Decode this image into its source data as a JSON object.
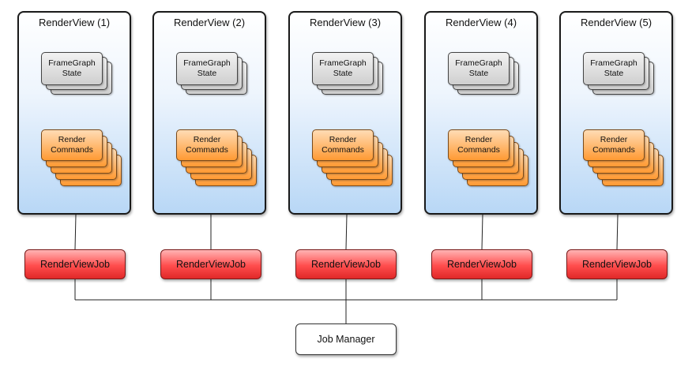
{
  "render_views": [
    {
      "title": "RenderView (1)",
      "state_label": "FrameGraph\nState",
      "commands_label": "Render\nCommands",
      "job_label": "RenderViewJob"
    },
    {
      "title": "RenderView (2)",
      "state_label": "FrameGraph\nState",
      "commands_label": "Render\nCommands",
      "job_label": "RenderViewJob"
    },
    {
      "title": "RenderView (3)",
      "state_label": "FrameGraph\nState",
      "commands_label": "Render\nCommands",
      "job_label": "RenderViewJob"
    },
    {
      "title": "RenderView (4)",
      "state_label": "FrameGraph\nState",
      "commands_label": "Render\nCommands",
      "job_label": "RenderViewJob"
    },
    {
      "title": "RenderView (5)",
      "state_label": "FrameGraph\nState",
      "commands_label": "Render\nCommands",
      "job_label": "RenderViewJob"
    }
  ],
  "job_manager": {
    "label": "Job Manager"
  },
  "colors": {
    "render_view_fill": "#b8d7f6",
    "framegraph_fill": "#cfcfcf",
    "commands_fill": "#ff9a33",
    "job_fill": "#ff4d4d",
    "manager_fill": "#ffffff"
  }
}
